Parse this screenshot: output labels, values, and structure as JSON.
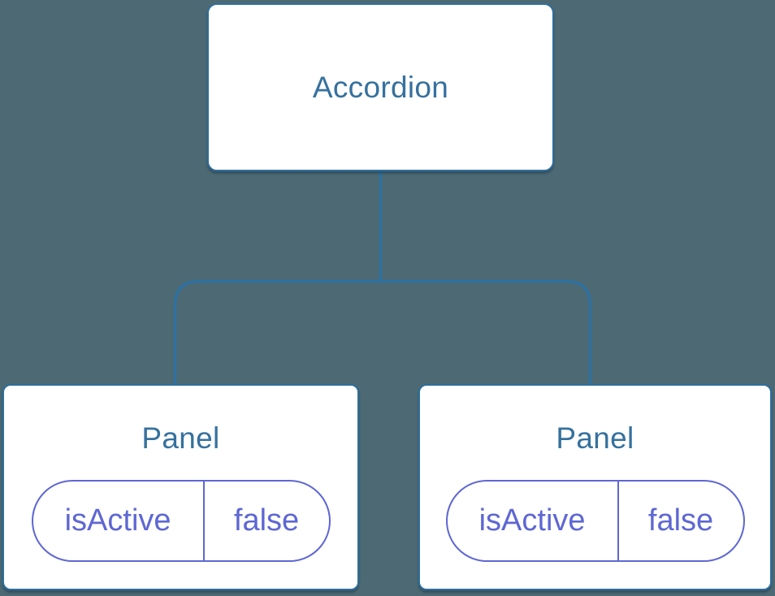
{
  "colors": {
    "background": "#4d6973",
    "node_fill": "#ffffff",
    "node_border": "#2e6f9e",
    "node_text": "#35719e",
    "connector": "#2f71a1",
    "state_accent": "#5e67d3"
  },
  "tree": {
    "root": {
      "label": "Accordion"
    },
    "children": [
      {
        "label": "Panel",
        "state": {
          "key": "isActive",
          "value": "false"
        }
      },
      {
        "label": "Panel",
        "state": {
          "key": "isActive",
          "value": "false"
        }
      }
    ]
  }
}
